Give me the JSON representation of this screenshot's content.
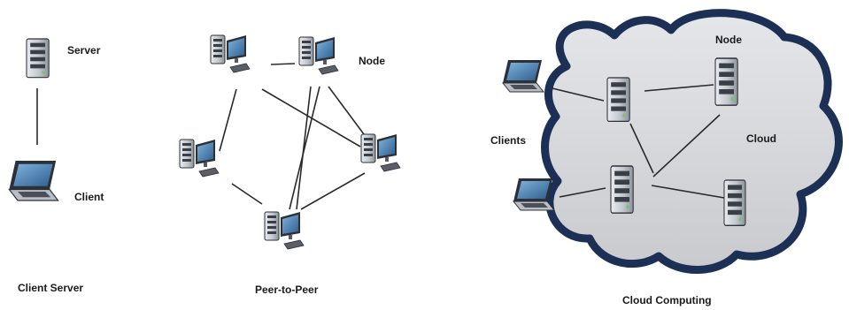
{
  "labels": {
    "server": "Server",
    "client": "Client",
    "client_server": "Client Server",
    "node_p2p": "Node",
    "peer_to_peer": "Peer-to-Peer",
    "node_cloud": "Node",
    "clients": "Clients",
    "cloud": "Cloud",
    "cloud_computing": "Cloud Computing"
  },
  "colors": {
    "cloud_fill": "#d3d5d9",
    "cloud_border": "#1c2f55",
    "line": "#2a2a2a",
    "device_dark": "#3c4048",
    "device_light": "#c9ced6",
    "screen": "#4a7fb0"
  },
  "icons": [
    "server-icon",
    "desktop-workstation-icon",
    "laptop-icon",
    "cloud-shape"
  ]
}
